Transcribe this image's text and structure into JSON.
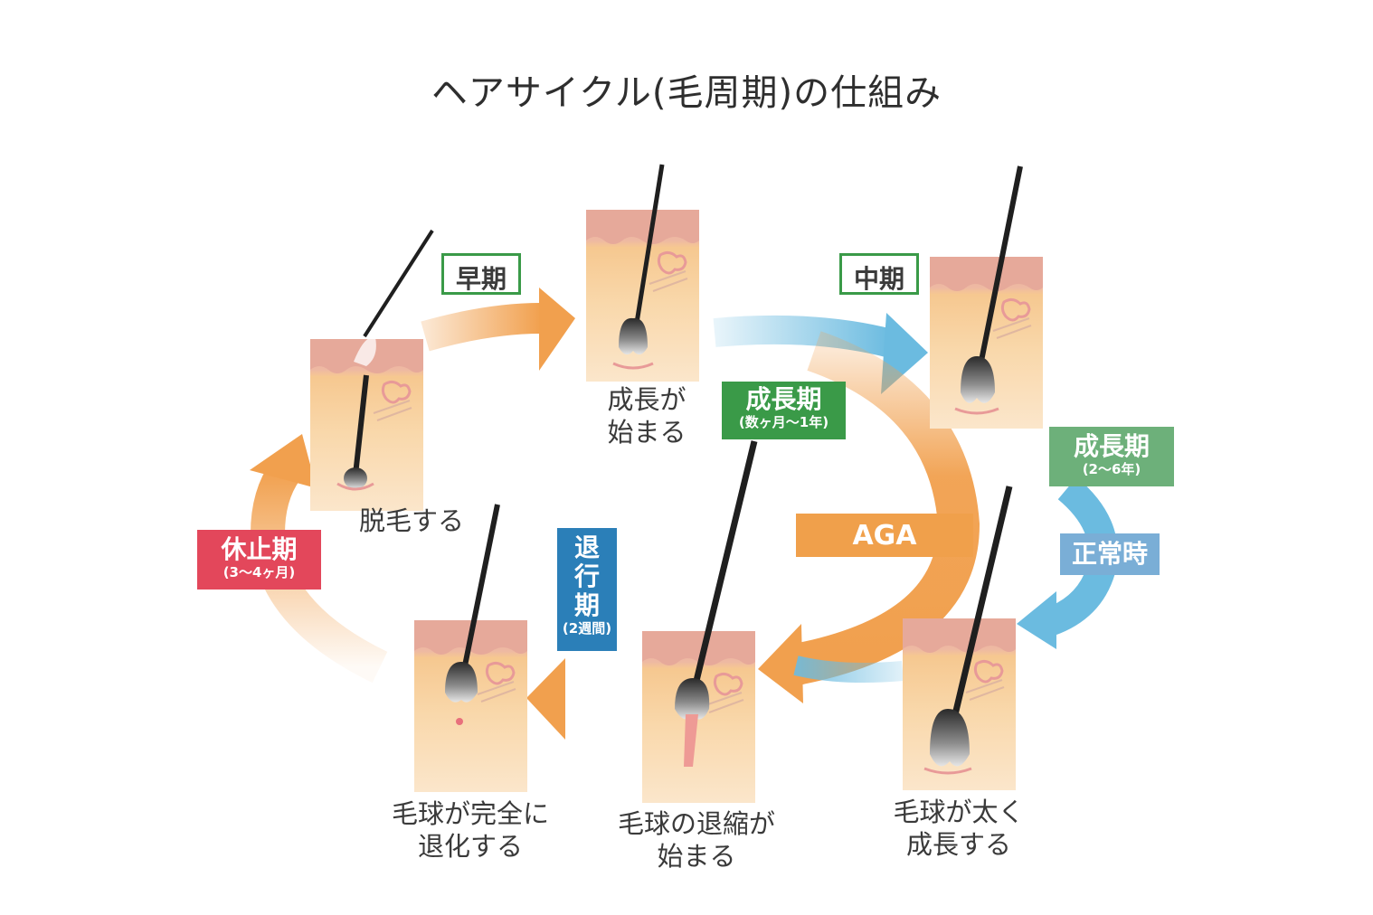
{
  "title": "ヘアサイクル(毛周期)の仕組み",
  "stages": {
    "shedding": "脱毛する",
    "growth_start": [
      "成長が",
      "始まる"
    ],
    "bulb_shrink": [
      "毛球の退縮が",
      "始まる"
    ],
    "bulb_regress": [
      "毛球が完全に",
      "退化する"
    ],
    "thicken": [
      "毛球が太く",
      "成長する"
    ]
  },
  "labels": {
    "early": "早期",
    "middle": "中期",
    "growth_aga": {
      "main": "成長期",
      "sub": "(数ヶ月〜1年)"
    },
    "growth_normal": {
      "main": "成長期",
      "sub": "(2〜6年)"
    },
    "normal": "正常時",
    "aga": "AGA",
    "regression": {
      "main": [
        "退",
        "行",
        "期"
      ],
      "sub": "(2週間)"
    },
    "rest": {
      "main": "休止期",
      "sub": "(3〜4ヶ月)"
    }
  },
  "colors": {
    "orange_arrow": "#f1a04e",
    "blue_arrow": "#6bbbe0",
    "green": "#3a9a48",
    "green_light": "#6db07a",
    "blue_label": "#7aaed6",
    "navy_label": "#2b7fb8",
    "red_label": "#e3475b",
    "skin_top": "#eab3a4",
    "skin_mid": "#f6c48a",
    "skin_bottom": "#fbe3c4"
  }
}
